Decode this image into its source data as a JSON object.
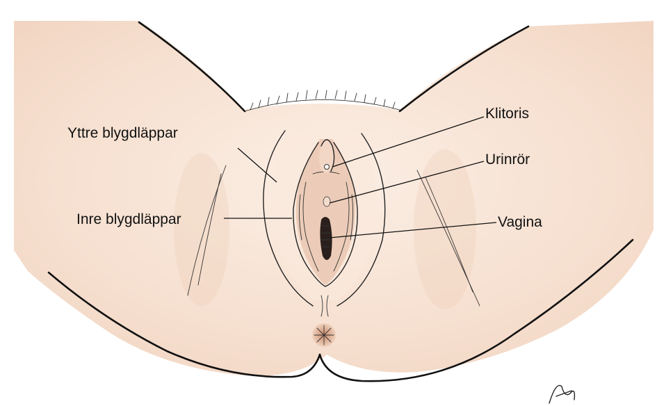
{
  "labels": {
    "outer_labia": "Yttre blygdläppar",
    "inner_labia": "Inre blygdläppar",
    "clitoris": "Klitoris",
    "urethra": "Urinrör",
    "vagina": "Vagina"
  },
  "colors": {
    "skin": "#f7e2d3",
    "skin_shade": "#efcdb8",
    "line": "#111111",
    "mucosa": "#e9c7b4",
    "opening": "#2a1f1c"
  }
}
